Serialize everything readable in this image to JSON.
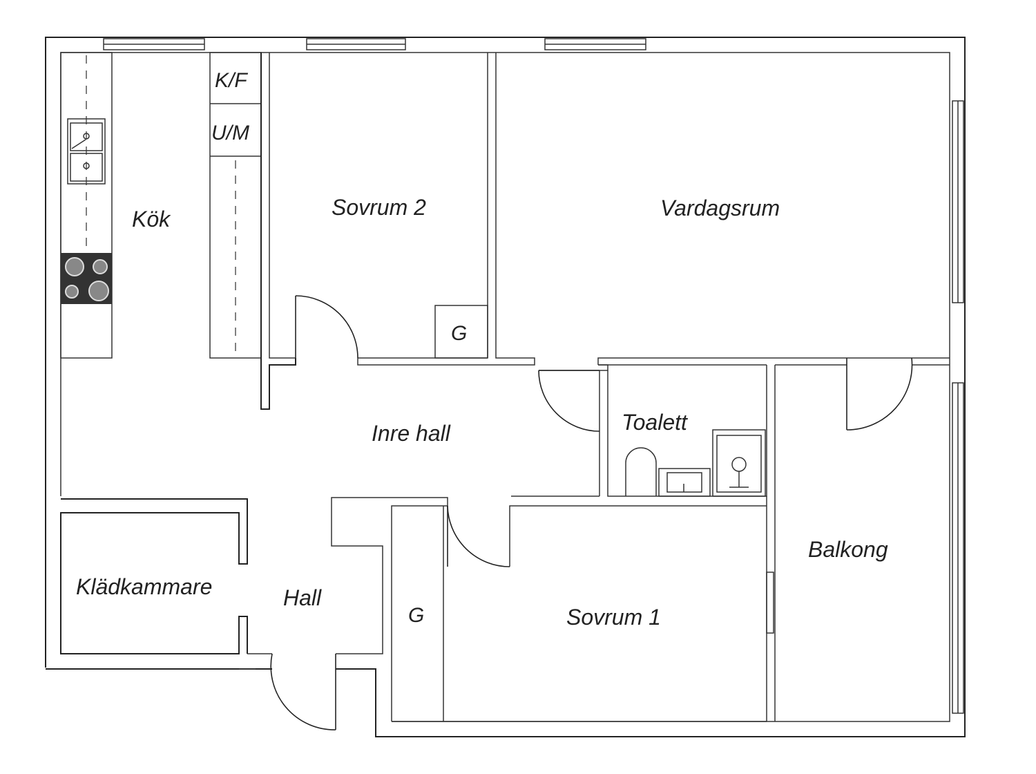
{
  "rooms": {
    "kok": "Kök",
    "sovrum2": "Sovrum 2",
    "vardagsrum": "Vardagsrum",
    "inre_hall": "Inre hall",
    "toalett": "Toalett",
    "kladkammare": "Klädkammare",
    "hall": "Hall",
    "sovrum1": "Sovrum 1",
    "balkong": "Balkong"
  },
  "labels": {
    "kf": "K/F",
    "um": "U/M",
    "g_upper": "G",
    "g_lower": "G"
  }
}
